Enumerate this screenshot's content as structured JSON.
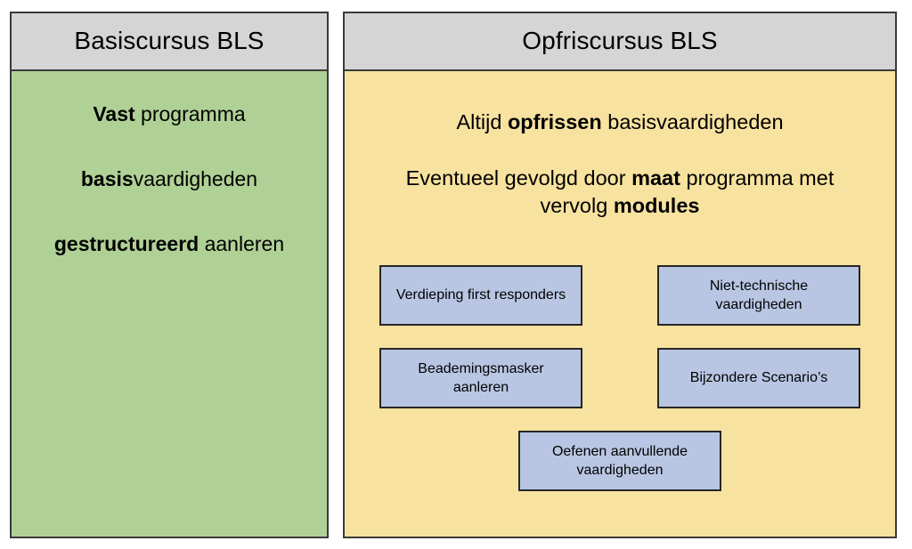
{
  "diagram": {
    "type": "two-column comparison",
    "columns": [
      {
        "id": "basiscursus",
        "header": "Basiscursus BLS",
        "header_bg": "#d5d5d5",
        "body_bg": "#b0d196",
        "lines": [
          {
            "bold": "Vast",
            "rest": " programma",
            "lead": true
          },
          {
            "bold": "basis",
            "rest": "vaardigheden",
            "lead": true
          },
          {
            "bold": "gestructureerd",
            "rest": " aanleren",
            "lead": true
          }
        ]
      },
      {
        "id": "opfriscursus",
        "header": "Opfriscursus BLS",
        "header_bg": "#d5d5d5",
        "body_bg": "#f8e2a0",
        "lead_line_1": {
          "pre": "Altijd ",
          "bold": "opfrissen",
          "post": " basisvaardigheden"
        },
        "lead_line_2": {
          "pre": "Eventueel gevolgd door ",
          "bold": "maat",
          "mid": " programma met vervolg ",
          "bold2": "modules"
        },
        "modules": [
          {
            "label": "Verdieping first responders"
          },
          {
            "label": "Niet-technische vaardigheden"
          },
          {
            "label": "Beademingsmasker aanleren"
          },
          {
            "label": "Bijzondere Scenario’s"
          },
          {
            "label": "Oefenen aanvullende vaardigheden"
          }
        ],
        "module_bg": "#b8c6e3",
        "module_border": "#262626"
      }
    ]
  }
}
